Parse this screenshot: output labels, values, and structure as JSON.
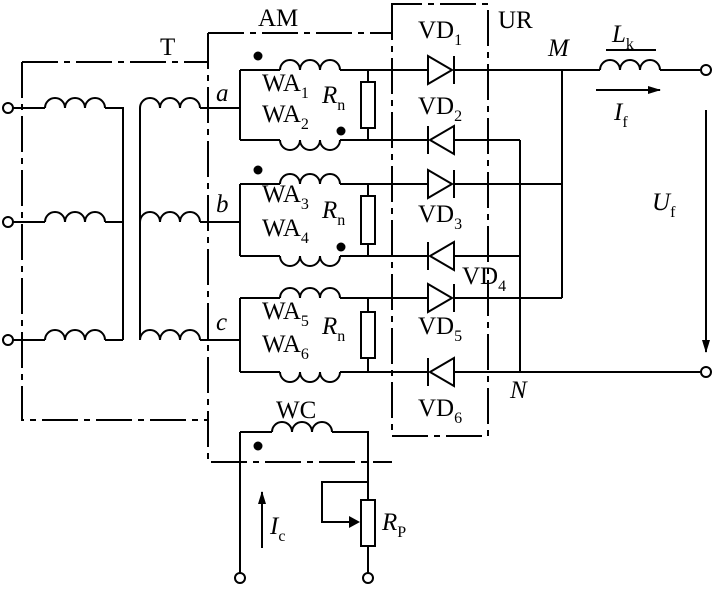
{
  "labels": {
    "transformer": "T",
    "reactor_transformer": "AM",
    "rectifier": "UR",
    "phase_a": "a",
    "phase_b": "b",
    "phase_c": "c",
    "node_m": "M",
    "node_n": "N",
    "wa1": {
      "base": "WA",
      "sub": "1"
    },
    "wa2": {
      "base": "WA",
      "sub": "2"
    },
    "wa3": {
      "base": "WA",
      "sub": "3"
    },
    "wa4": {
      "base": "WA",
      "sub": "4"
    },
    "wa5": {
      "base": "WA",
      "sub": "5"
    },
    "wa6": {
      "base": "WA",
      "sub": "6"
    },
    "rn": {
      "base": "R",
      "sub": "n"
    },
    "vd1": {
      "base": "VD",
      "sub": "1"
    },
    "vd2": {
      "base": "VD",
      "sub": "2"
    },
    "vd3": {
      "base": "VD",
      "sub": "3"
    },
    "vd4": {
      "base": "VD",
      "sub": "4"
    },
    "vd5": {
      "base": "VD",
      "sub": "5"
    },
    "vd6": {
      "base": "VD",
      "sub": "6"
    },
    "lk": {
      "base": "L",
      "sub": "k"
    },
    "if": {
      "base": "I",
      "sub": "f"
    },
    "uf": {
      "base": "U",
      "sub": "f"
    },
    "wc": "WC",
    "ic": {
      "base": "I",
      "sub": "c"
    },
    "rp": {
      "base": "R",
      "sub": "P"
    }
  }
}
